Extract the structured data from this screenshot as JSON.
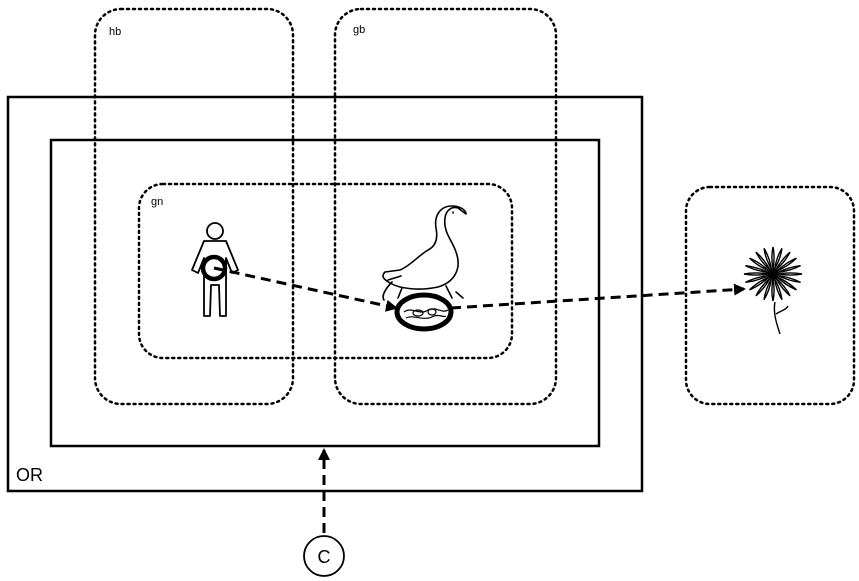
{
  "regions": {
    "outer_label": "OR",
    "hb_label": "hb",
    "gb_label": "gb",
    "gn_label": "gn"
  },
  "nodes": {
    "c_label": "C",
    "person_icon": "person-icon",
    "goose_icon": "goose-icon",
    "flower_icon": "flower-icon"
  },
  "colors": {
    "stroke": "#000000",
    "background": "#ffffff"
  }
}
